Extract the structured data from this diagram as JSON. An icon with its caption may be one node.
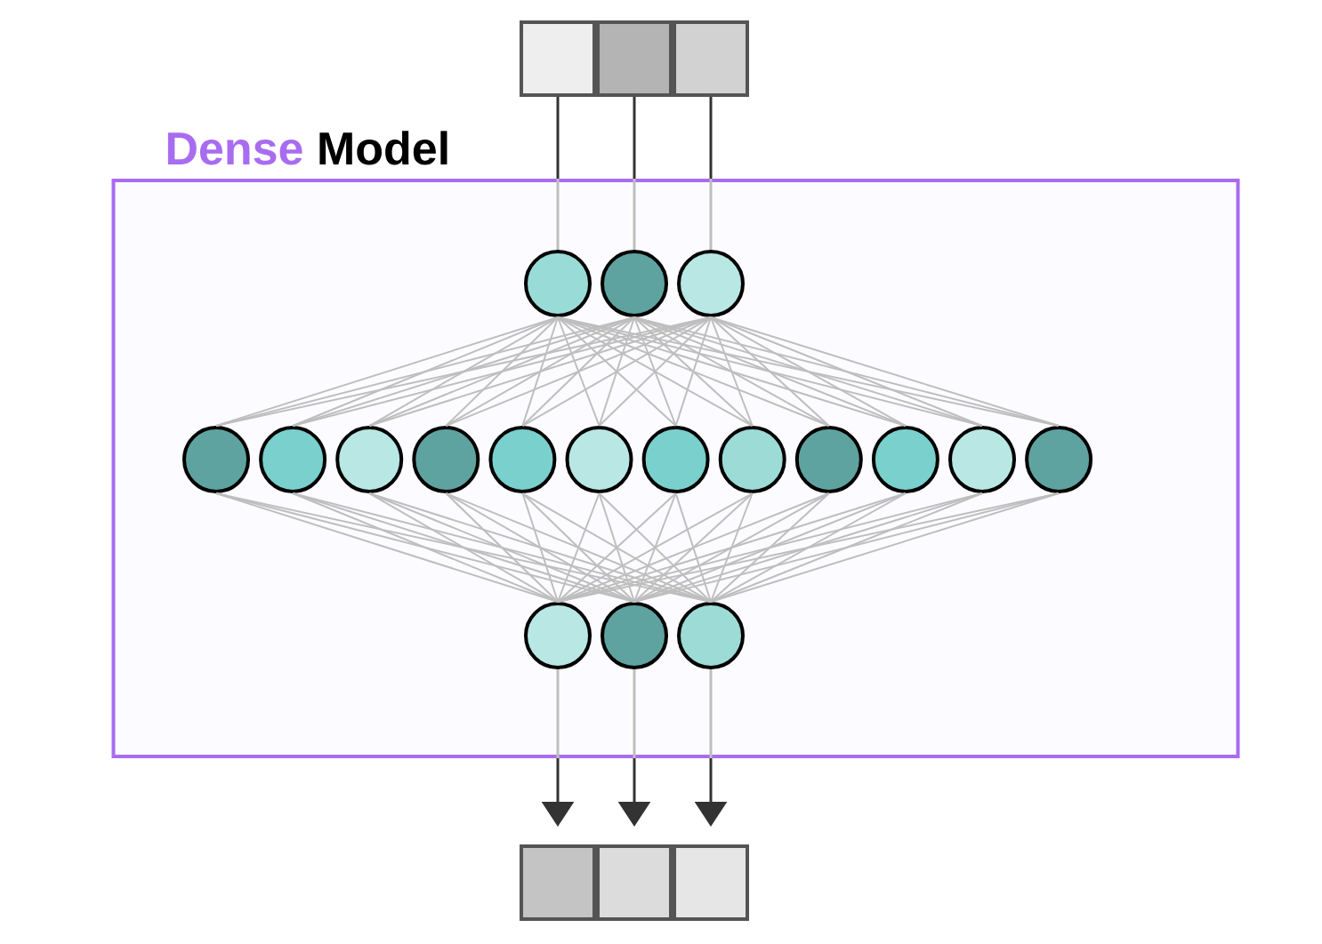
{
  "diagram": {
    "nodes": [
      {
        "text": [
          "Dense",
          "Model"
        ]
      },
      {
        "text": [],
        "shape": "box"
      },
      {
        "text": [],
        "shape": "box"
      },
      {
        "text": [],
        "shape": "box"
      },
      {
        "text": [],
        "shape": "circle",
        "in": 0
      },
      {
        "text": [],
        "shape": "circle",
        "in": 0
      },
      {
        "text": [],
        "shape": "circle",
        "in": 0
      },
      {
        "text": [],
        "shape": "circle",
        "in": 0
      },
      {
        "text": [],
        "shape": "circle",
        "in": 0
      },
      {
        "text": [],
        "shape": "circle",
        "in": 0
      },
      {
        "text": [],
        "shape": "circle",
        "in": 0
      },
      {
        "text": [],
        "shape": "circle",
        "in": 0
      },
      {
        "text": [],
        "shape": "circle",
        "in": 0
      },
      {
        "text": [],
        "shape": "circle",
        "in": 0
      },
      {
        "text": [],
        "shape": "circle",
        "in": 0
      },
      {
        "text": [],
        "shape": "circle",
        "in": 0
      },
      {
        "text": [],
        "shape": "circle",
        "in": 0
      },
      {
        "text": [],
        "shape": "circle",
        "in": 0
      },
      {
        "text": [],
        "shape": "circle",
        "in": 0
      },
      {
        "text": [],
        "shape": "circle",
        "in": 0
      },
      {
        "text": [],
        "shape": "circle",
        "in": 0
      },
      {
        "text": [],
        "shape": "circle",
        "in": 0
      },
      {
        "text": [],
        "shape": "box"
      },
      {
        "text": [],
        "shape": "box"
      },
      {
        "text": [],
        "shape": "box"
      }
    ],
    "edges": [
      {
        "from": 1,
        "to": 4,
        "arrow": "none",
        "color": "#333333"
      },
      {
        "from": 2,
        "to": 5,
        "arrow": "none",
        "color": "#333333"
      },
      {
        "from": 3,
        "to": 6,
        "arrow": "none",
        "color": "#333333"
      },
      {
        "from": 4,
        "to": 7,
        "arrow": "none"
      },
      {
        "from": 4,
        "to": 8,
        "arrow": "none"
      },
      {
        "from": 4,
        "to": 9,
        "arrow": "none"
      },
      {
        "from": 4,
        "to": 10,
        "arrow": "none"
      },
      {
        "from": 4,
        "to": 11,
        "arrow": "none"
      },
      {
        "from": 4,
        "to": 12,
        "arrow": "none"
      },
      {
        "from": 4,
        "to": 13,
        "arrow": "none"
      },
      {
        "from": 4,
        "to": 14,
        "arrow": "none"
      },
      {
        "from": 4,
        "to": 15,
        "arrow": "none"
      },
      {
        "from": 4,
        "to": 16,
        "arrow": "none"
      },
      {
        "from": 4,
        "to": 17,
        "arrow": "none"
      },
      {
        "from": 4,
        "to": 18,
        "arrow": "none"
      },
      {
        "from": 5,
        "to": 7,
        "arrow": "none"
      },
      {
        "from": 5,
        "to": 8,
        "arrow": "none"
      },
      {
        "from": 5,
        "to": 9,
        "arrow": "none"
      },
      {
        "from": 5,
        "to": 10,
        "arrow": "none"
      },
      {
        "from": 5,
        "to": 11,
        "arrow": "none"
      },
      {
        "from": 5,
        "to": 12,
        "arrow": "none"
      },
      {
        "from": 5,
        "to": 13,
        "arrow": "none"
      },
      {
        "from": 5,
        "to": 14,
        "arrow": "none"
      },
      {
        "from": 5,
        "to": 15,
        "arrow": "none"
      },
      {
        "from": 5,
        "to": 16,
        "arrow": "none"
      },
      {
        "from": 5,
        "to": 17,
        "arrow": "none"
      },
      {
        "from": 5,
        "to": 18,
        "arrow": "none"
      },
      {
        "from": 6,
        "to": 7,
        "arrow": "none"
      },
      {
        "from": 6,
        "to": 8,
        "arrow": "none"
      },
      {
        "from": 6,
        "to": 9,
        "arrow": "none"
      },
      {
        "from": 6,
        "to": 10,
        "arrow": "none"
      },
      {
        "from": 6,
        "to": 11,
        "arrow": "none"
      },
      {
        "from": 6,
        "to": 12,
        "arrow": "none"
      },
      {
        "from": 6,
        "to": 13,
        "arrow": "none"
      },
      {
        "from": 6,
        "to": 14,
        "arrow": "none"
      },
      {
        "from": 6,
        "to": 15,
        "arrow": "none"
      },
      {
        "from": 6,
        "to": 16,
        "arrow": "none"
      },
      {
        "from": 6,
        "to": 17,
        "arrow": "none"
      },
      {
        "from": 6,
        "to": 18,
        "arrow": "none"
      },
      {
        "from": 7,
        "to": 19,
        "arrow": "none"
      },
      {
        "from": 8,
        "to": 19,
        "arrow": "none"
      },
      {
        "from": 9,
        "to": 19,
        "arrow": "none"
      },
      {
        "from": 10,
        "to": 19,
        "arrow": "none"
      },
      {
        "from": 11,
        "to": 19,
        "arrow": "none"
      },
      {
        "from": 12,
        "to": 19,
        "arrow": "none"
      },
      {
        "from": 13,
        "to": 19,
        "arrow": "none"
      },
      {
        "from": 14,
        "to": 19,
        "arrow": "none"
      },
      {
        "from": 15,
        "to": 19,
        "arrow": "none"
      },
      {
        "from": 16,
        "to": 19,
        "arrow": "none"
      },
      {
        "from": 17,
        "to": 19,
        "arrow": "none"
      },
      {
        "from": 18,
        "to": 19,
        "arrow": "none"
      },
      {
        "from": 7,
        "to": 20,
        "arrow": "none"
      },
      {
        "from": 8,
        "to": 20,
        "arrow": "none"
      },
      {
        "from": 9,
        "to": 20,
        "arrow": "none"
      },
      {
        "from": 10,
        "to": 20,
        "arrow": "none"
      },
      {
        "from": 11,
        "to": 20,
        "arrow": "none"
      },
      {
        "from": 12,
        "to": 20,
        "arrow": "none"
      },
      {
        "from": 13,
        "to": 20,
        "arrow": "none"
      },
      {
        "from": 14,
        "to": 20,
        "arrow": "none"
      },
      {
        "from": 15,
        "to": 20,
        "arrow": "none"
      },
      {
        "from": 16,
        "to": 20,
        "arrow": "none"
      },
      {
        "from": 17,
        "to": 20,
        "arrow": "none"
      },
      {
        "from": 18,
        "to": 20,
        "arrow": "none"
      },
      {
        "from": 7,
        "to": 21,
        "arrow": "none"
      },
      {
        "from": 8,
        "to": 21,
        "arrow": "none"
      },
      {
        "from": 9,
        "to": 21,
        "arrow": "none"
      },
      {
        "from": 10,
        "to": 21,
        "arrow": "none"
      },
      {
        "from": 11,
        "to": 21,
        "arrow": "none"
      },
      {
        "from": 12,
        "to": 21,
        "arrow": "none"
      },
      {
        "from": 13,
        "to": 21,
        "arrow": "none"
      },
      {
        "from": 14,
        "to": 21,
        "arrow": "none"
      },
      {
        "from": 15,
        "to": 21,
        "arrow": "none"
      },
      {
        "from": 16,
        "to": 21,
        "arrow": "none"
      },
      {
        "from": 17,
        "to": 21,
        "arrow": "none"
      },
      {
        "from": 18,
        "to": 21,
        "arrow": "none"
      },
      {
        "from": 19,
        "to": 22,
        "arrow": "to"
      },
      {
        "from": 20,
        "to": 23,
        "arrow": "to"
      },
      {
        "from": 21,
        "to": 24,
        "arrow": "to"
      }
    ]
  }
}
